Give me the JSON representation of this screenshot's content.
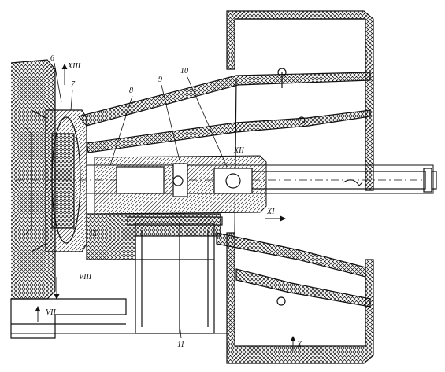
{
  "callouts": {
    "c6": "6",
    "c7": "7",
    "c8": "8",
    "c9": "9",
    "c10": "10",
    "c11": "11",
    "xiii": "XIII",
    "xii": "XII",
    "xi": "XI",
    "ix": "IX",
    "viii": "VIII",
    "vii": "VII",
    "x": "X"
  },
  "colors": {
    "line": "#111111",
    "hatch": "#111111",
    "background": "#ffffff"
  }
}
